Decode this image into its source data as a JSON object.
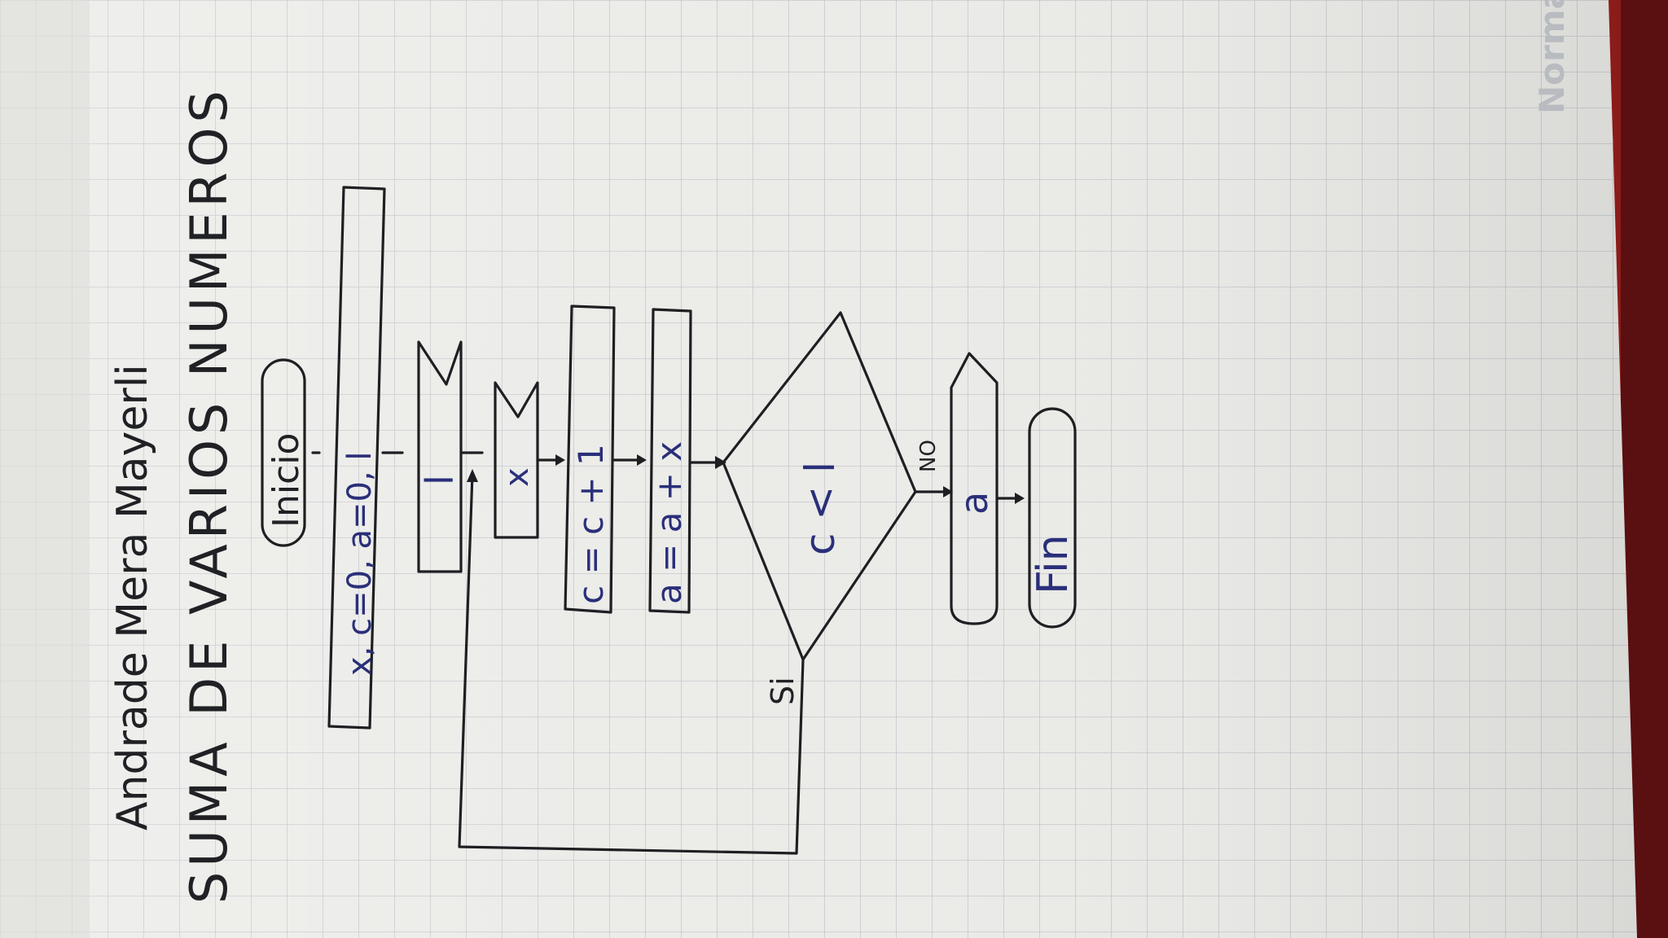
{
  "author": "Andrade Mera Mayerli",
  "title": "SUMA DE VARIOS NUMEROS",
  "brand_watermark": "Norma",
  "flowchart": {
    "start": "Inicio",
    "declare": "x, c=0, a=0, l",
    "input_l": "l",
    "input_x": "x",
    "increment": "c = c + 1",
    "accumulate": "a = a + x",
    "condition": "c < l",
    "yes_label": "Si",
    "no_label": "NO",
    "output": "a",
    "end": "Fin"
  },
  "colors": {
    "paper": "#ebebe8",
    "grid": "#c6c8cc",
    "ink_black": "#1e1f22",
    "ink_blue": "#2a2f7a",
    "background_edge": "#8a1c1a"
  }
}
